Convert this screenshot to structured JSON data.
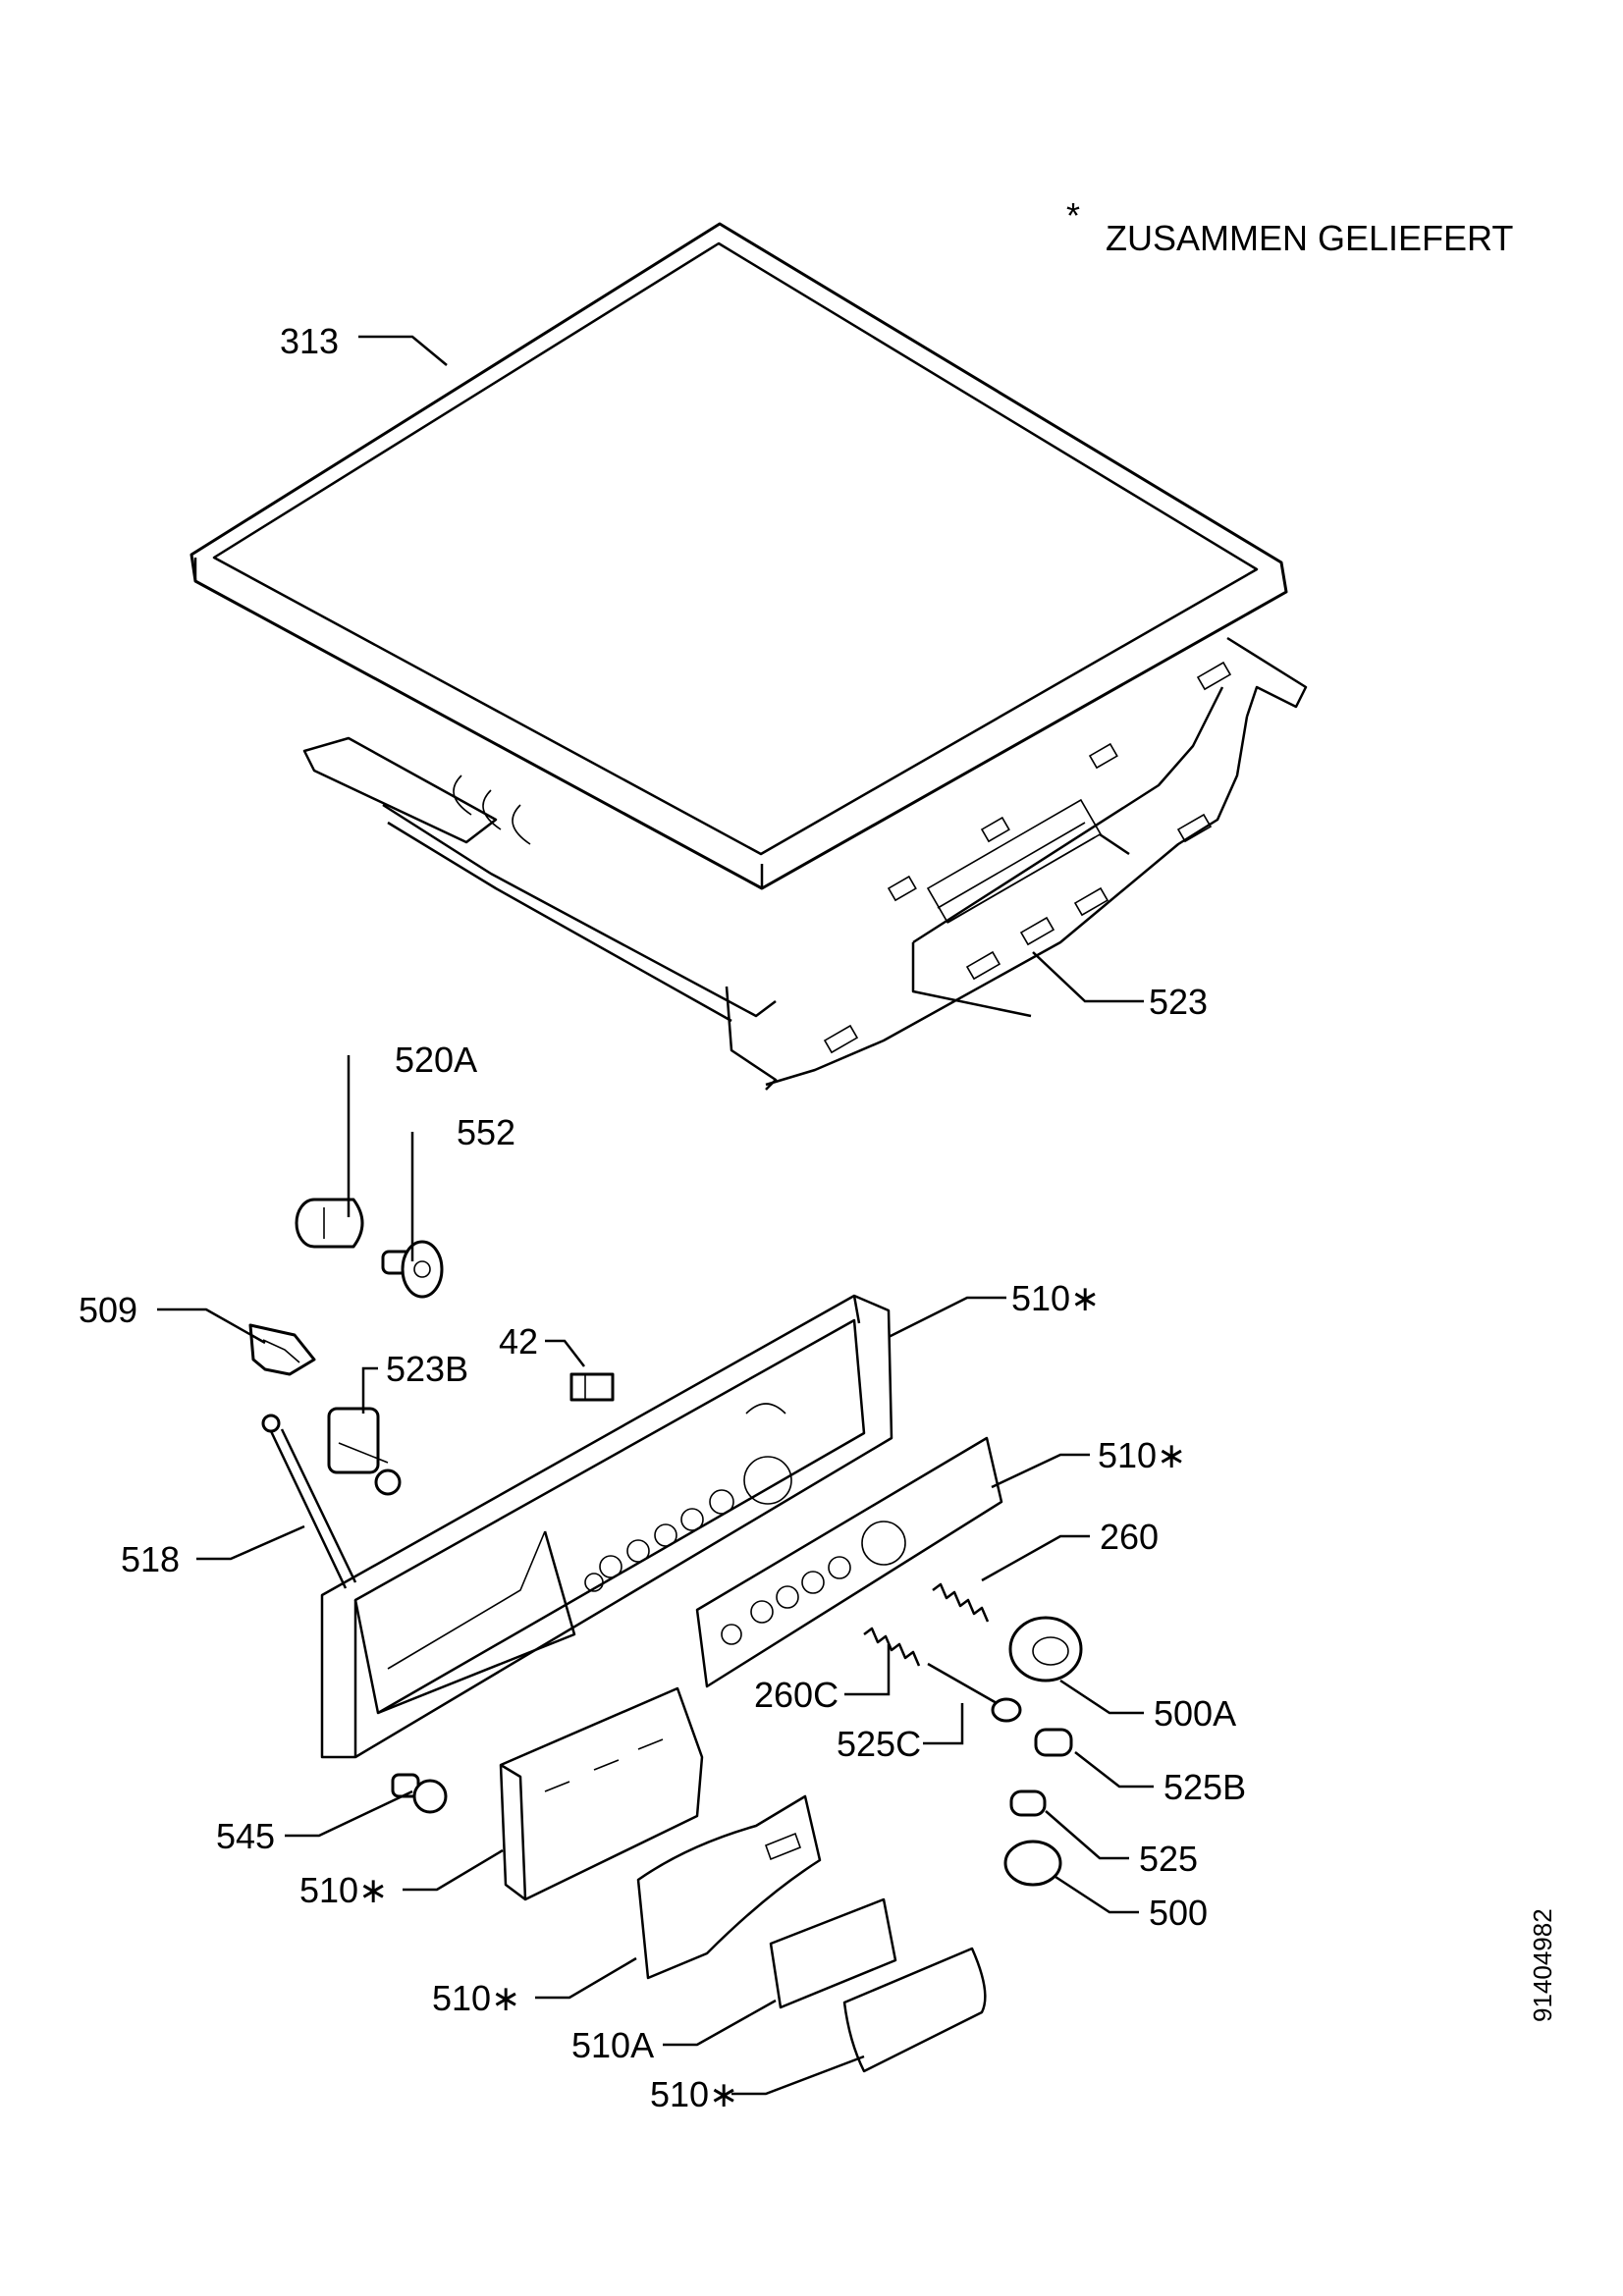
{
  "note": {
    "symbol": "*",
    "text": "ZUSAMMEN GELIEFERT"
  },
  "drawing_number": "91404982",
  "labels": {
    "l313": "313",
    "l523": "523",
    "l520a": "520A",
    "l552": "552",
    "l509": "509",
    "l523b": "523B",
    "l42": "42",
    "l510_top": "510∗",
    "l510_panel": "510∗",
    "l260": "260",
    "l518": "518",
    "l260c": "260C",
    "l500a": "500A",
    "l525c": "525C",
    "l525b": "525B",
    "l545": "545",
    "l510_left": "510∗",
    "l525": "525",
    "l500": "500",
    "l510_mid": "510∗",
    "l510a": "510A",
    "l510_bottom": "510∗"
  }
}
